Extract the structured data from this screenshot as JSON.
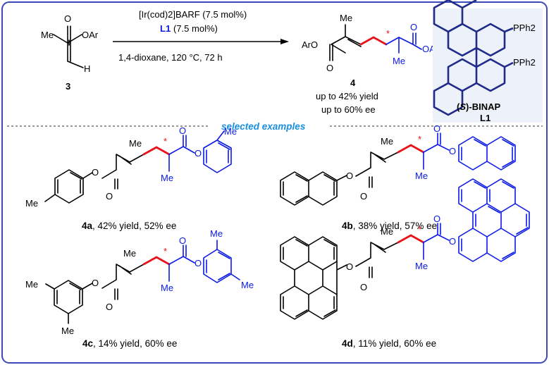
{
  "reaction": {
    "substrate_me": "Me",
    "substrate_oar": "OAr",
    "substrate_o": "O",
    "substrate_h": "H",
    "substrate_id": "3",
    "catalyst": "[Ir(cod)2]BARF (7.5 mol%)",
    "ligand_label": "L1",
    "ligand_loading": "(7.5 mol%)",
    "conditions": "1,4-dioxane, 120 °C, 72 h",
    "product_id": "4",
    "yield_text": "up to 42% yield",
    "ee_text": "up to 60% ee",
    "product_aro": "ArO",
    "product_oar": "OAr",
    "product_me_top": "Me",
    "product_me_bottom": "Me",
    "product_o_left": "O",
    "product_o_right": "O",
    "stereo_mark": "*"
  },
  "ligand": {
    "pph2_top": "PPh2",
    "pph2_bottom": "PPh2",
    "name_s": "S",
    "name_rest": "-BINAP",
    "label": "L1"
  },
  "section_title": "selected examples",
  "examples": [
    {
      "id": "4a",
      "caption": ", 42% yield, 52% ee"
    },
    {
      "id": "4b",
      "caption": ", 38% yield, 57% ee"
    },
    {
      "id": "4c",
      "caption": ", 14% yield, 60% ee"
    },
    {
      "id": "4d",
      "caption": ", 11% yield, 60% ee"
    }
  ],
  "atom_labels": {
    "me": "Me",
    "o": "O",
    "star": "*"
  },
  "colors": {
    "frame": "#3c4ab8",
    "product_half": "#0a19e6",
    "new_bond": "#e8141a",
    "stereo": "#e11111",
    "section_title": "#1a8fe0"
  }
}
